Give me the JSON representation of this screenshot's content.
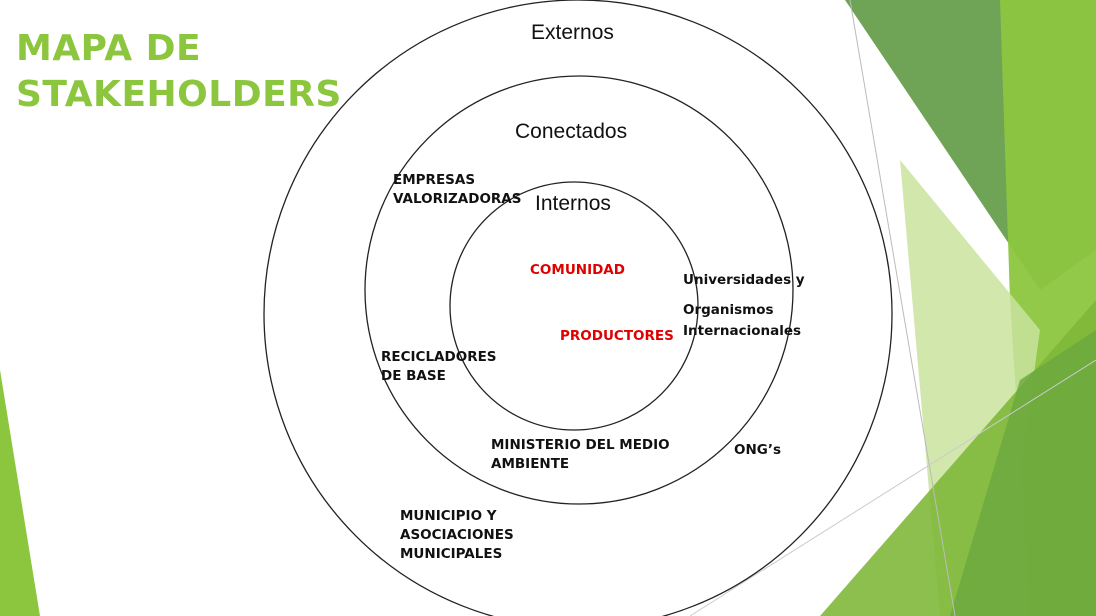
{
  "title": {
    "line1": "MAPA DE",
    "line2": "STAKEHOLDERS"
  },
  "rings": {
    "outer": "Externos",
    "middle": "Conectados",
    "inner": "Internos"
  },
  "stakeholders": {
    "empresas": [
      "EMPRESAS",
      "VALORIZADORAS"
    ],
    "comunidad": "COMUNIDAD",
    "productores": "PRODUCTORES",
    "universidades": [
      "Universidades y",
      "Organismos",
      "Internacionales"
    ],
    "recicladores": [
      "RECICLADORES",
      "DE BASE"
    ],
    "ministerio": [
      "MINISTERIO DEL MEDIO",
      "AMBIENTE"
    ],
    "ongs": "ONG’s",
    "municipio": [
      "MUNICIPIO Y",
      "ASOCIACIONES",
      "MUNICIPALES"
    ]
  },
  "colors": {
    "title": "#8cc63f",
    "highlight": "#e00000",
    "green_dark": "#5a9a3c",
    "green_mid": "#8cc63f",
    "green_light": "#c9e39e"
  }
}
